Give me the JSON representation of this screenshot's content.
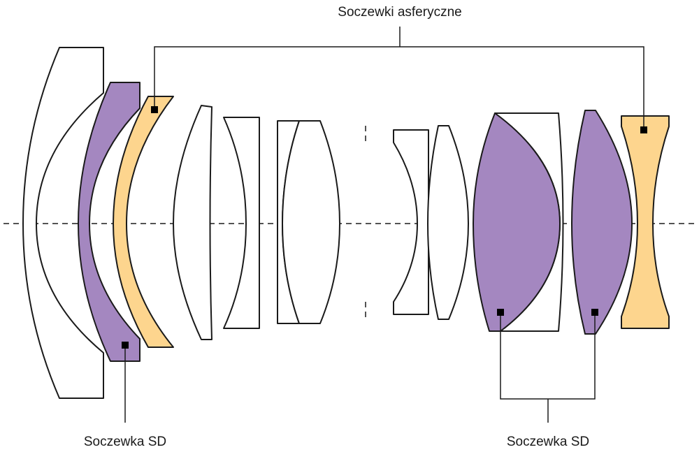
{
  "labels": {
    "aspherical": "Soczewki asferyczne",
    "sd_left": "Soczewka SD",
    "sd_right": "Soczewka SD"
  },
  "colors": {
    "sd": "#a487c0",
    "aspherical": "#fdd58e",
    "plain": "#ffffff",
    "outline": "#1a1a1a"
  }
}
